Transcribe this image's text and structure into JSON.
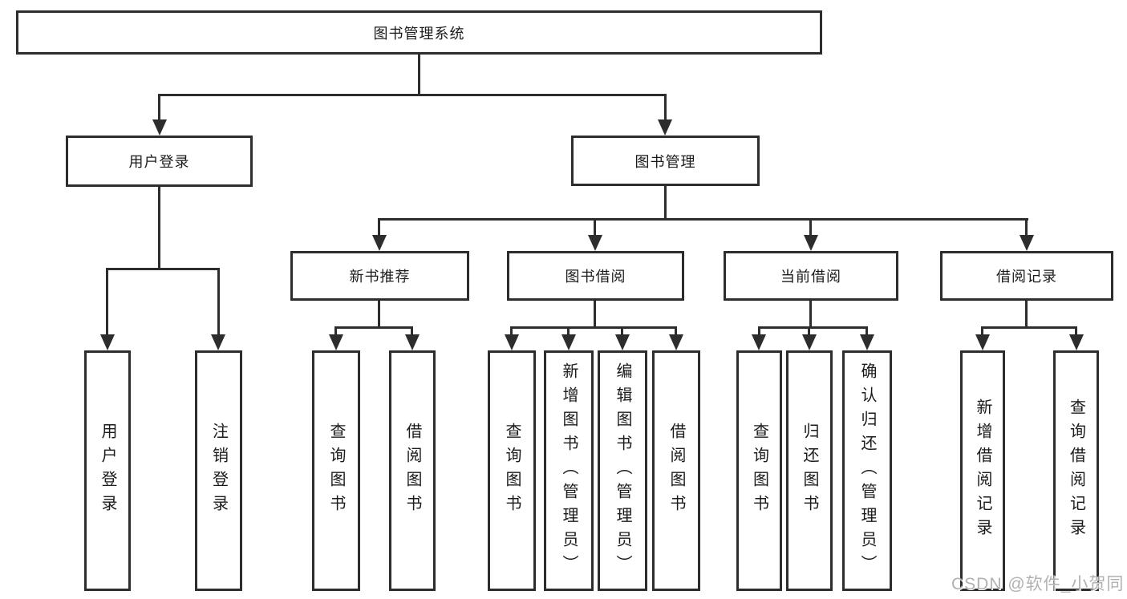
{
  "colors": {
    "line": "#2d2d2d",
    "text": "#1b1b1b",
    "box_background": "#ffffff",
    "watermark": "#b1b1b1"
  },
  "diagram": {
    "root": {
      "label": "图书管理系统"
    },
    "branches": [
      {
        "label": "用户登录",
        "children": [
          {
            "label": "用户登录"
          },
          {
            "label": "注销登录"
          }
        ]
      },
      {
        "label": "图书管理",
        "children": [
          {
            "label": "新书推荐",
            "children": [
              {
                "label": "查询图书"
              },
              {
                "label": "借阅图书"
              }
            ]
          },
          {
            "label": "图书借阅",
            "children": [
              {
                "label": "查询图书"
              },
              {
                "label": "新增图书（管理员）"
              },
              {
                "label": "编辑图书（管理员）"
              },
              {
                "label": "借阅图书"
              }
            ]
          },
          {
            "label": "当前借阅",
            "children": [
              {
                "label": "查询图书"
              },
              {
                "label": "归还图书"
              },
              {
                "label": "确认归还（管理员）"
              }
            ]
          },
          {
            "label": "借阅记录",
            "children": [
              {
                "label": "新增借阅记录"
              },
              {
                "label": "查询借阅记录"
              }
            ]
          }
        ]
      }
    ]
  },
  "watermark": {
    "text": "CSDN @软件_小贺同学"
  }
}
